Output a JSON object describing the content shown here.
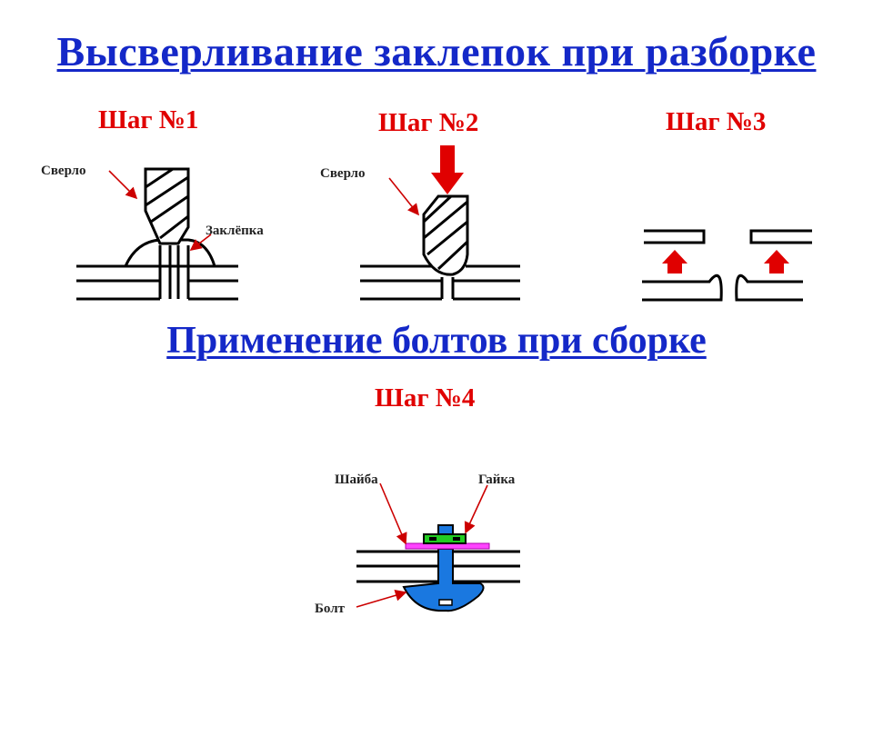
{
  "colors": {
    "heading": "#1428c8",
    "step": "#e00000",
    "arrow": "#e00000",
    "line": "#000000",
    "washer": "#ff44ff",
    "nut": "#22cc22",
    "bolt": "#1a78e0"
  },
  "titles": {
    "disassembly": "Высверливание заклепок при разборке",
    "assembly": "Применение болтов при сборке"
  },
  "steps": {
    "step1": "Шаг №1",
    "step2": "Шаг №2",
    "step3": "Шаг №3",
    "step4": "Шаг №4"
  },
  "labels": {
    "drill_1": "Сверло",
    "rivet_1": "Заклёпка",
    "drill_2": "Сверло",
    "washer": "Шайба",
    "nut": "Гайка",
    "bolt": "Болт"
  }
}
